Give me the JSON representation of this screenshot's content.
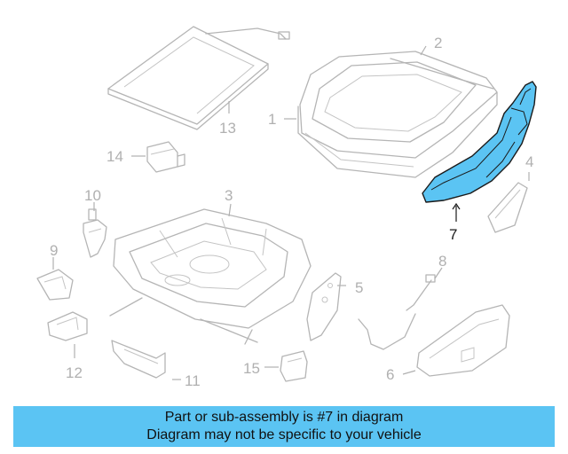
{
  "diagram": {
    "callouts": {
      "c1": "1",
      "c2": "2",
      "c3": "3",
      "c4": "4",
      "c5": "5",
      "c6": "6",
      "c7": "7",
      "c8": "8",
      "c9": "9",
      "c10": "10",
      "c11": "11",
      "c12": "12",
      "c13": "13",
      "c14": "14",
      "c15": "15"
    },
    "highlighted_part": "7"
  },
  "banner": {
    "line1": "Part or sub-assembly is #7 in diagram",
    "line2": "Diagram may not be specific to your vehicle",
    "background_color": "#5bc4f3"
  },
  "colors": {
    "highlight_fill": "#5bc4f3",
    "outline": "#b5b5b5"
  }
}
